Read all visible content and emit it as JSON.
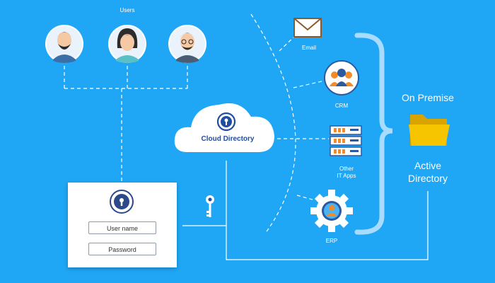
{
  "users_title": "Users",
  "users": [
    {
      "name": "user-man-beard",
      "icon": "man-avatar-icon"
    },
    {
      "name": "user-woman",
      "icon": "woman-avatar-icon"
    },
    {
      "name": "user-man-glasses",
      "icon": "man-avatar-icon"
    }
  ],
  "cloud_label": "Cloud Directory",
  "login": {
    "username_placeholder": "User name",
    "password_placeholder": "Password"
  },
  "apps": {
    "email": "Email",
    "crm": "CRM",
    "other_line1": "Other",
    "other_line2": "IT Apps",
    "erp": "ERP"
  },
  "on_premise": "On Premise",
  "active_directory_line1": "Active",
  "active_directory_line2": "Directory",
  "colors": {
    "background": "#1fa7f6",
    "cloud_text": "#1f4ea0",
    "accent_orange": "#f28c28",
    "folder_yellow": "#f7c500"
  }
}
